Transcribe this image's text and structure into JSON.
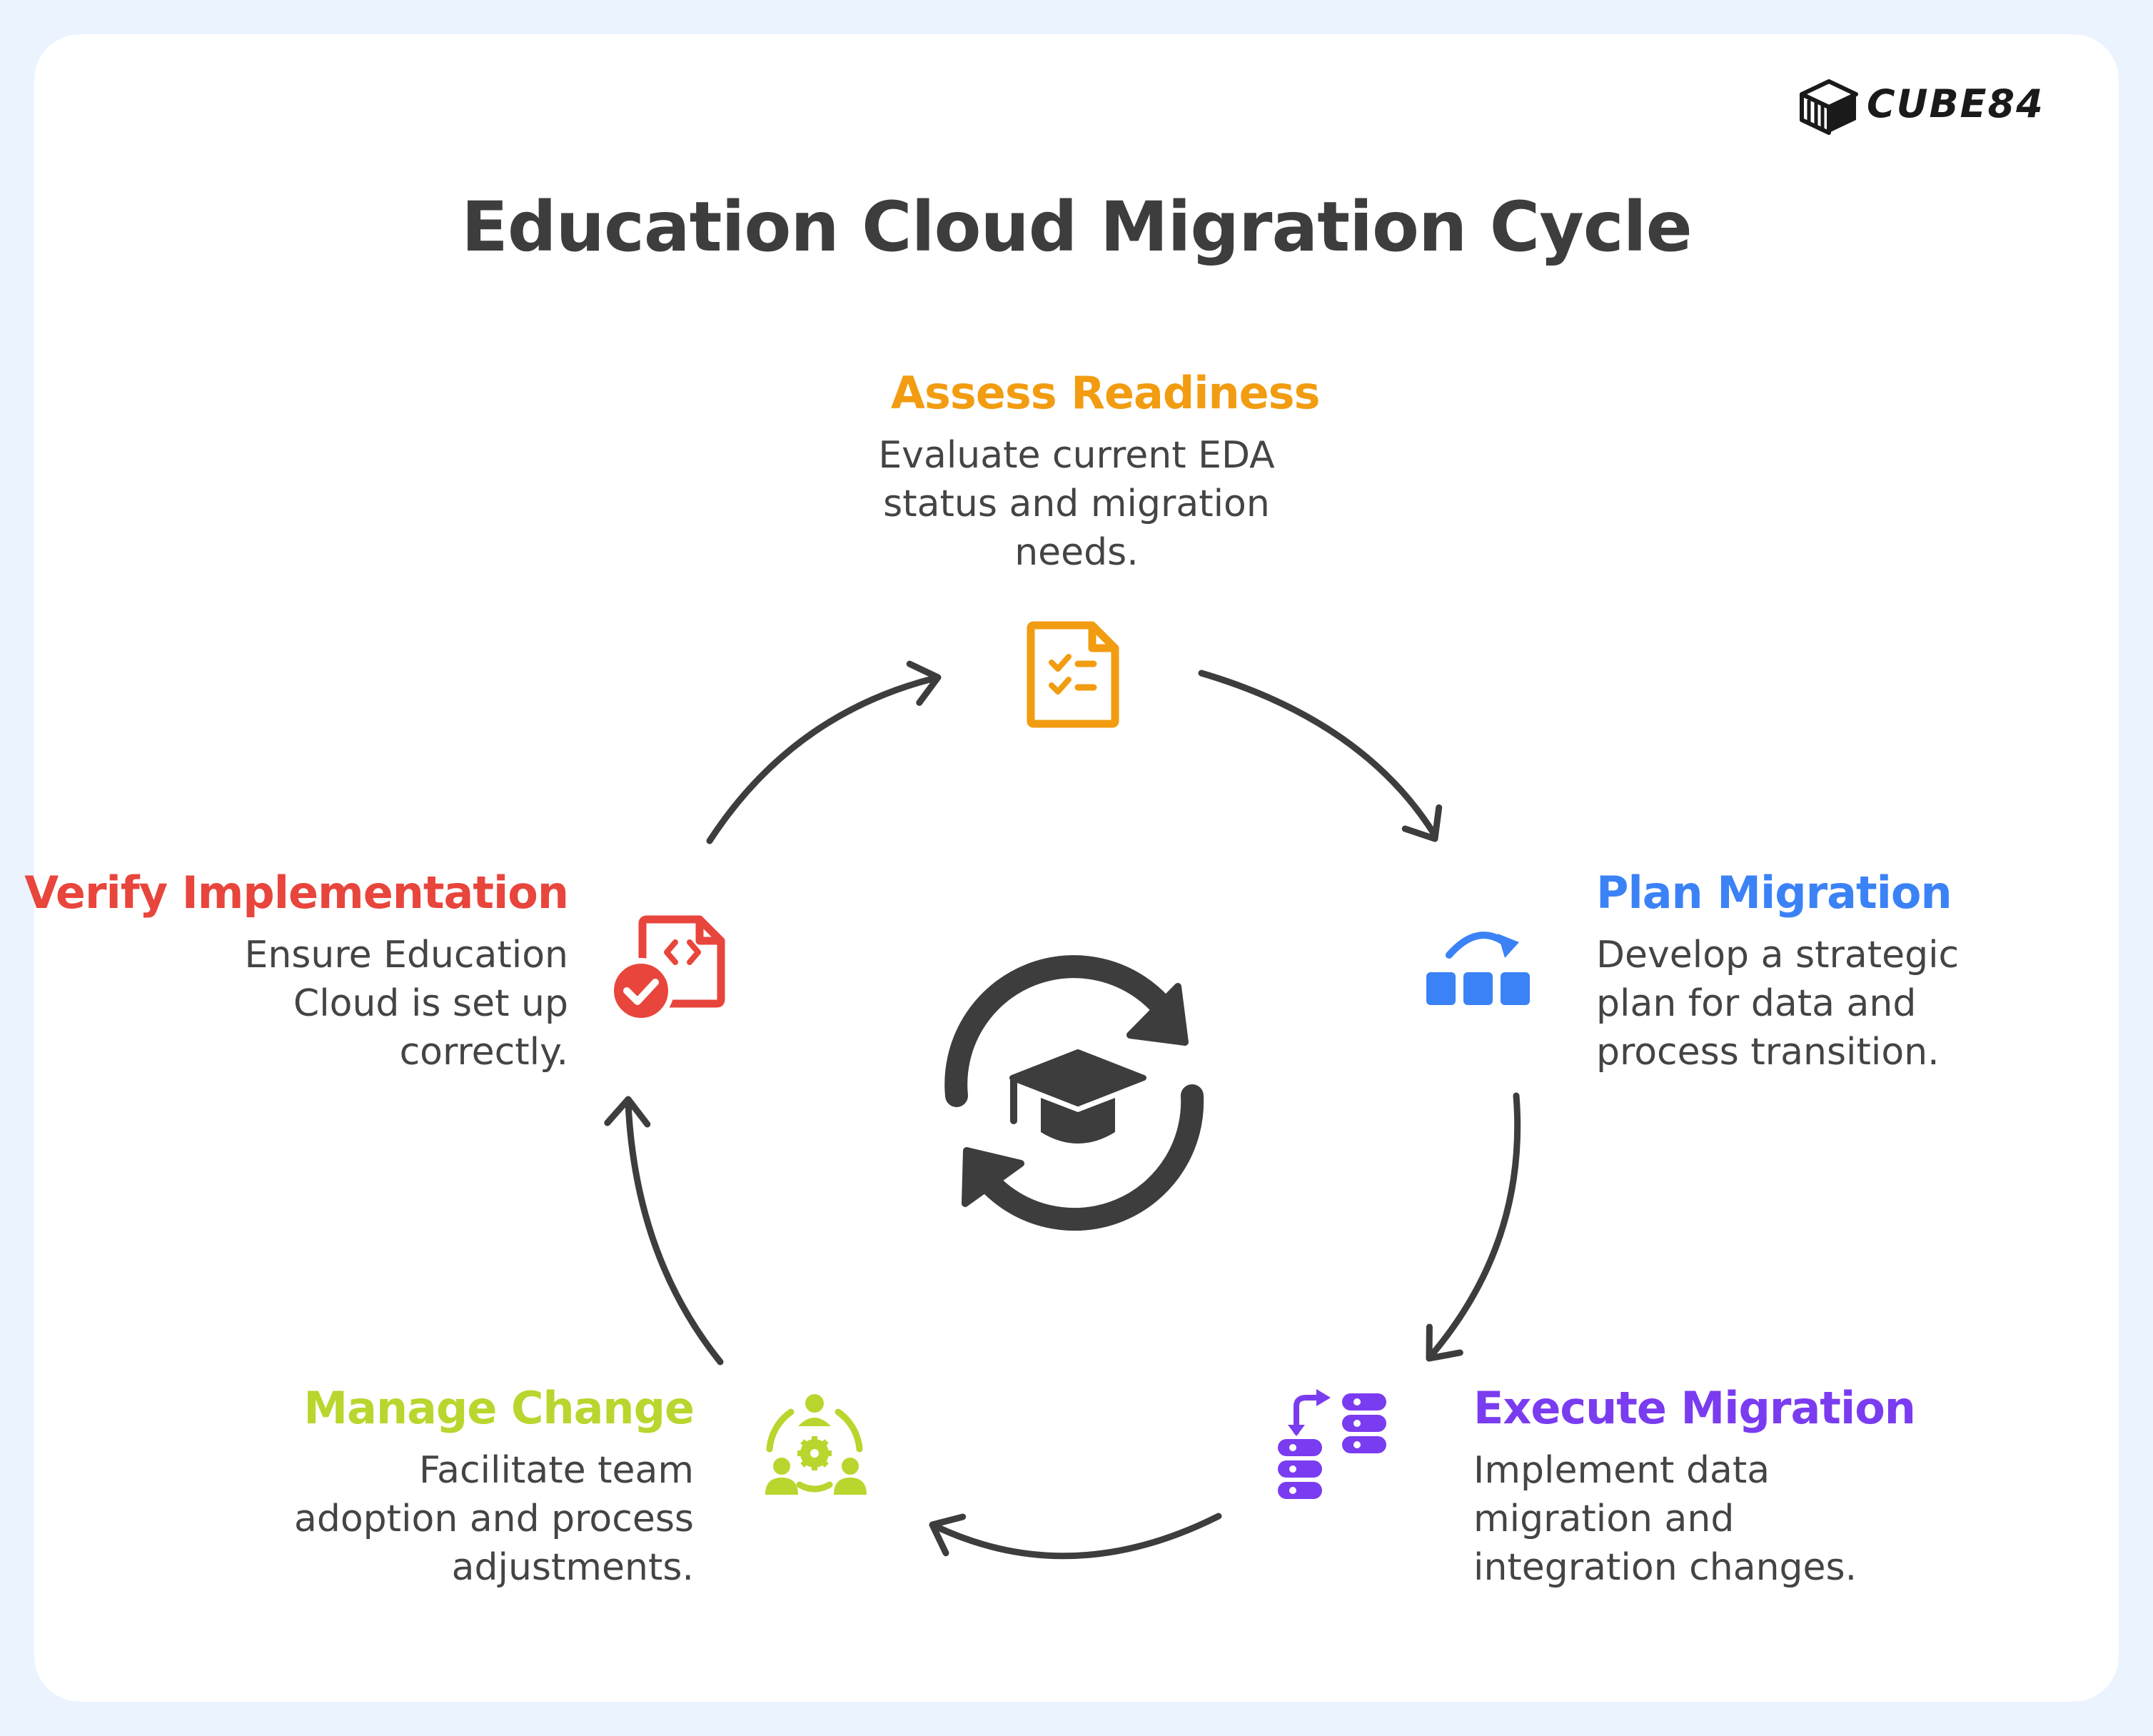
{
  "title": "Education Cloud Migration Cycle",
  "logo": {
    "text": "CUBE84"
  },
  "colors": {
    "assess": "#f29c11",
    "plan": "#3b82f6",
    "execute": "#7a3cf0",
    "manage": "#b8d62e",
    "verify": "#e8453c",
    "arrow": "#3d3d3d",
    "background": "#eaf3fe"
  },
  "steps": [
    {
      "id": "assess",
      "title": "Assess Readiness",
      "icon": "checklist-document-icon",
      "description": [
        "Evaluate current EDA",
        "status and migration",
        "needs."
      ]
    },
    {
      "id": "plan",
      "title": "Plan Migration",
      "icon": "plan-blocks-icon",
      "description": [
        "Develop a strategic",
        "plan for data and",
        "process transition."
      ]
    },
    {
      "id": "execute",
      "title": "Execute Migration",
      "icon": "database-transfer-icon",
      "description": [
        "Implement data",
        "migration and",
        "integration changes."
      ]
    },
    {
      "id": "manage",
      "title": "Manage Change",
      "icon": "team-gear-icon",
      "description": [
        "Facilitate team",
        "adoption and process",
        "adjustments."
      ]
    },
    {
      "id": "verify",
      "title": "Verify Implementation",
      "icon": "code-check-document-icon",
      "description": [
        "Ensure Education",
        "Cloud is set up",
        "correctly."
      ]
    }
  ],
  "center_icon": "education-cycle-icon"
}
